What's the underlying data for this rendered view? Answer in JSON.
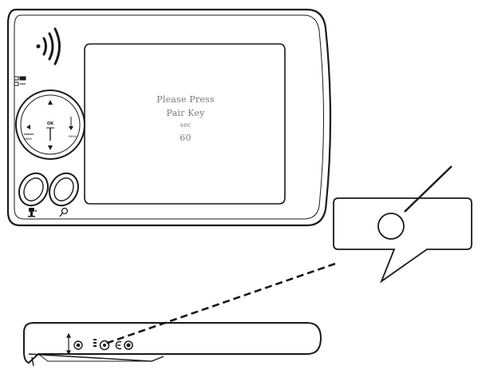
{
  "screen": {
    "line1": "Please Press",
    "line2": "Pair Key",
    "line3": "sec",
    "line4": "60"
  },
  "dpad": {
    "ok_label": "OK",
    "mode_label": "MENU",
    "menu_label": "MENU"
  },
  "icons": {
    "wireless": "wireless-signal-icon",
    "status": "status-indicator-icon",
    "camera": "camera-icon",
    "zoom": "zoom-icon"
  },
  "colors": {
    "line": "#1a1a1a",
    "screen_text": "#7a7a7a",
    "background": "#ffffff"
  }
}
